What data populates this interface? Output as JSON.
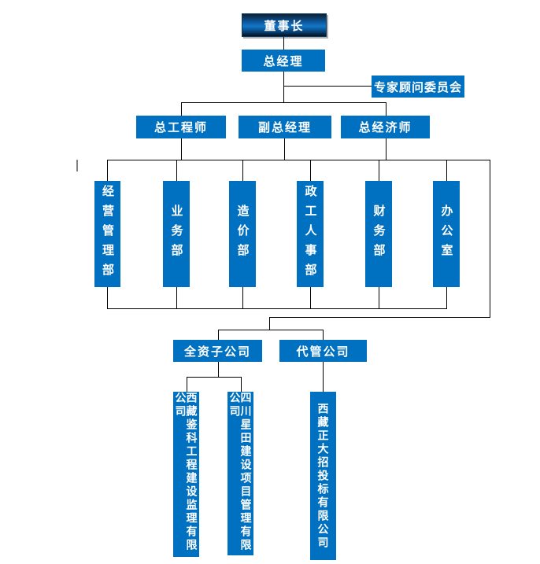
{
  "colors": {
    "box_blue": "#0070C0",
    "line_black": "#000000",
    "chairman_gradient_top": "#0b2036",
    "chairman_gradient_mid": "#1277c9",
    "chairman_gradient_bottom": "#02101f",
    "text_white": "#ffffff"
  },
  "org_chart": {
    "level1": {
      "chairman": "董事长"
    },
    "level2": {
      "general_manager": "总经理",
      "advisory_committee": "专家顾问委员会"
    },
    "level3": {
      "chief_engineer": "总工程师",
      "deputy_general_manager": "副总经理",
      "chief_economist": "总经济师"
    },
    "departments": [
      "经营管理部",
      "业务部",
      "造价部",
      "政工人事部",
      "财务部",
      "办公室"
    ],
    "subsidiary_groups": {
      "wholly_owned": "全资子公司",
      "managed": "代管公司"
    },
    "companies": [
      "西藏鉴科工程建设监理有限公司",
      "四川星田建设项目管理有限公司",
      "西藏正大招投标有限公司"
    ]
  }
}
